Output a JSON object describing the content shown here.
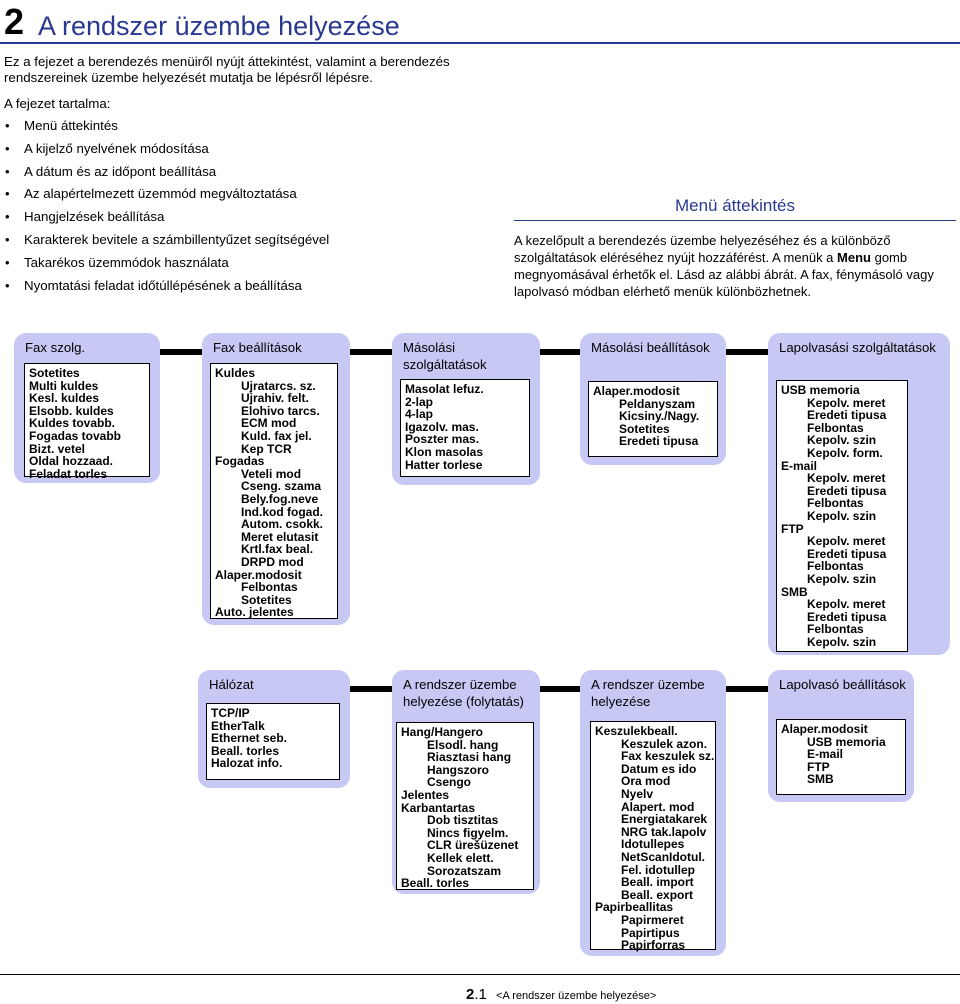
{
  "chapter": {
    "number": "2",
    "title": "A rendszer üzembe helyezése"
  },
  "intro": "Ez a fejezet a berendezés menüiről nyújt áttekintést, valamint a berendezés rendszereinek üzembe helyezését mutatja be lépésről lépésre.",
  "toc_heading": "A fejezet tartalma:",
  "toc": [
    "Menü áttekintés",
    "A kijelző nyelvének módosítása",
    "A dátum és az időpont beállítása",
    "Az alapértelmezett üzemmód megváltoztatása",
    "Hangjelzések beállítása",
    "Karakterek bevitele a számbillentyűzet segítségével",
    "Takarékos üzemmódok használata",
    "Nyomtatási feladat időtúllépésének a beállítása"
  ],
  "section": {
    "title": "Menü áttekintés",
    "body_before": "A kezelőpult a berendezés üzembe helyezéséhez és a különböző szolgáltatások eléréséhez nyújt hozzáférést. A menük a ",
    "body_bold": "Menu",
    "body_after": " gomb megnyomásával érhetők el. Lásd az alábbi ábrát. A fax, fénymásoló vagy lapolvasó módban elérhető menük különbözhetnek."
  },
  "menus": [
    {
      "title": "Fax szolg.",
      "items": [
        [
          "0",
          "Sotetites"
        ],
        [
          "0",
          "Multi kuldes"
        ],
        [
          "0",
          "Kesl. kuldes"
        ],
        [
          "0",
          "Elsobb. kuldes"
        ],
        [
          "0",
          "Kuldes tovabb."
        ],
        [
          "0",
          "Fogadas tovabb"
        ],
        [
          "0",
          "Bizt. vetel"
        ],
        [
          "0",
          "Oldal hozzaad."
        ],
        [
          "0",
          "Feladat torles"
        ]
      ]
    },
    {
      "title": "Fax beállítások",
      "items": [
        [
          "0",
          "Kuldes"
        ],
        [
          "1",
          "Ujratarcs. sz."
        ],
        [
          "1",
          "Ujrahiv. felt."
        ],
        [
          "1",
          "Elohivo tarcs."
        ],
        [
          "1",
          "ECM mod"
        ],
        [
          "1",
          "Kuld. fax jel."
        ],
        [
          "1",
          "Kep TCR"
        ],
        [
          "0",
          "Fogadas"
        ],
        [
          "1",
          "Veteli mod"
        ],
        [
          "1",
          "Cseng. szama"
        ],
        [
          "1",
          "Bely.fog.neve"
        ],
        [
          "1",
          "Ind.kod fogad."
        ],
        [
          "1",
          "Autom. csokk."
        ],
        [
          "1",
          "Meret elutasit"
        ],
        [
          "1",
          "Krtl.fax beal."
        ],
        [
          "1",
          "DRPD mod"
        ],
        [
          "0",
          "Alaper.modosit"
        ],
        [
          "1",
          "Felbontas"
        ],
        [
          "1",
          "Sotetites"
        ],
        [
          "0",
          "Auto. jelentes"
        ]
      ]
    },
    {
      "title": "Másolási szolgáltatások",
      "items": [
        [
          "0",
          "Masolat lefuz."
        ],
        [
          "0",
          "2-lap"
        ],
        [
          "0",
          "4-lap"
        ],
        [
          "0",
          "Igazolv. mas."
        ],
        [
          "0",
          "Poszter mas."
        ],
        [
          "0",
          "Klon masolas"
        ],
        [
          "0",
          "Hatter torlese"
        ]
      ]
    },
    {
      "title": "Másolási beállítások",
      "items": [
        [
          "0",
          "Alaper.modosit"
        ],
        [
          "1",
          "Peldanyszam"
        ],
        [
          "1",
          "Kicsiny./Nagy."
        ],
        [
          "1",
          "Sotetites"
        ],
        [
          "1",
          "Eredeti tipusa"
        ]
      ]
    },
    {
      "title": "Lapolvasási szolgáltatások",
      "items": [
        [
          "0",
          "USB memoria"
        ],
        [
          "1",
          "Kepolv. meret"
        ],
        [
          "1",
          "Eredeti tipusa"
        ],
        [
          "1",
          "Felbontas"
        ],
        [
          "1",
          "Kepolv. szin"
        ],
        [
          "1",
          "Kepolv. form."
        ],
        [
          "0",
          "E-mail"
        ],
        [
          "1",
          "Kepolv. meret"
        ],
        [
          "1",
          "Eredeti tipusa"
        ],
        [
          "1",
          "Felbontas"
        ],
        [
          "1",
          "Kepolv. szin"
        ],
        [
          "0",
          "FTP"
        ],
        [
          "1",
          "Kepolv. meret"
        ],
        [
          "1",
          "Eredeti tipusa"
        ],
        [
          "1",
          "Felbontas"
        ],
        [
          "1",
          "Kepolv. szin"
        ],
        [
          "0",
          "SMB"
        ],
        [
          "1",
          "Kepolv. meret"
        ],
        [
          "1",
          "Eredeti tipusa"
        ],
        [
          "1",
          "Felbontas"
        ],
        [
          "1",
          "Kepolv. szin"
        ]
      ]
    },
    {
      "title": "Hálózat",
      "items": [
        [
          "0",
          "TCP/IP"
        ],
        [
          "0",
          "EtherTalk"
        ],
        [
          "0",
          "Ethernet seb."
        ],
        [
          "0",
          "Beall. torles"
        ],
        [
          "0",
          "Halozat info."
        ]
      ]
    },
    {
      "title": "A rendszer üzembe helyezése (folytatás)",
      "items": [
        [
          "0",
          "Hang/Hangero"
        ],
        [
          "1",
          "Elsodl. hang"
        ],
        [
          "1",
          "Riasztasi hang"
        ],
        [
          "1",
          "Hangszoro"
        ],
        [
          "1",
          "Csengo"
        ],
        [
          "0",
          "Jelentes"
        ],
        [
          "0",
          "Karbantartas"
        ],
        [
          "1",
          "Dob tisztitas"
        ],
        [
          "1",
          "Nincs figyelm."
        ],
        [
          "1",
          "CLR ürešüzenet"
        ],
        [
          "1",
          "Kellek elett."
        ],
        [
          "1",
          "Sorozatszam"
        ],
        [
          "0",
          "Beall. torles"
        ]
      ]
    },
    {
      "title": "A rendszer üzembe helyezése",
      "items": [
        [
          "0",
          "Keszulekbeall."
        ],
        [
          "1",
          "Keszulek azon."
        ],
        [
          "1",
          "Fax keszulek sz."
        ],
        [
          "1",
          "Datum es ido"
        ],
        [
          "1",
          "Ora mod"
        ],
        [
          "1",
          "Nyelv"
        ],
        [
          "1",
          "Alapert. mod"
        ],
        [
          "1",
          "Energiatakarek"
        ],
        [
          "1",
          "NRG tak.lapolv"
        ],
        [
          "1",
          "Idotullepes"
        ],
        [
          "1",
          "NetScanIdotul."
        ],
        [
          "1",
          "Fel. idotullep"
        ],
        [
          "1",
          "Beall. import"
        ],
        [
          "1",
          "Beall. export"
        ],
        [
          "0",
          "Papirbeallitas"
        ],
        [
          "1",
          "Papirmeret"
        ],
        [
          "1",
          "Papirtipus"
        ],
        [
          "1",
          "Papirforras"
        ]
      ]
    },
    {
      "title": "Lapolvasó beállítások",
      "items": [
        [
          "0",
          "Alaper.modosit"
        ],
        [
          "1",
          "USB memoria"
        ],
        [
          "1",
          "E-mail"
        ],
        [
          "1",
          "FTP"
        ],
        [
          "1",
          "SMB"
        ]
      ]
    }
  ],
  "footer": {
    "page_major": "2",
    "page_minor": ".1",
    "chapter_ref": "<A rendszer üzembe helyezése>"
  }
}
